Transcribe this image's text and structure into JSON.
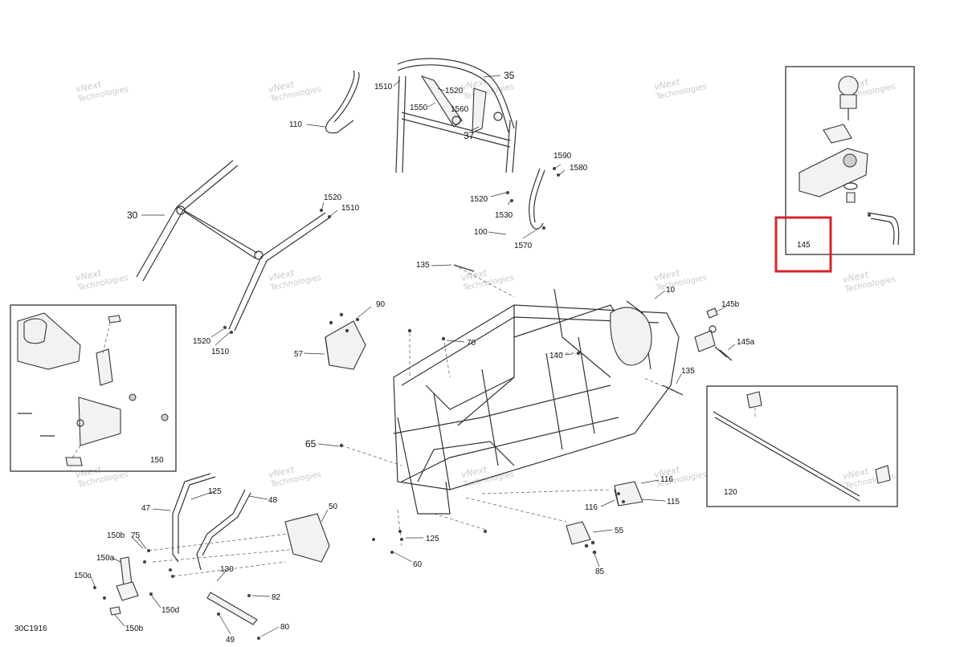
{
  "diagram": {
    "reference_code": "30C1916",
    "watermark": {
      "line1": "vNext",
      "line2": "Technologies"
    },
    "callouts": {
      "c35": "35",
      "c37": "37",
      "c1510a": "1510",
      "c1520a": "1520",
      "c1550": "1550",
      "c1560": "1560",
      "c110": "110",
      "c1590": "1590",
      "c1580": "1580",
      "c1520b": "1520",
      "c1530": "1530",
      "c100": "100",
      "c1570": "1570",
      "c30": "30",
      "c1520c": "1520",
      "c1510b": "1510",
      "c1520d": "1520",
      "c1510c": "1510",
      "c135a": "135",
      "c10": "10",
      "c90": "90",
      "c57": "57",
      "c70": "70",
      "c140": "140",
      "c145b": "145b",
      "c145a": "145a",
      "c135b": "135",
      "c145": "145",
      "c150": "150",
      "c65": "65",
      "c120": "120",
      "c125a": "125",
      "c47": "47",
      "c48": "48",
      "c50": "50",
      "c116a": "116",
      "c116b": "116",
      "c115": "115",
      "c150b1": "150b",
      "c75": "75",
      "c150a": "150a",
      "c125b": "125",
      "c55": "55",
      "c130": "130",
      "c150c": "150c",
      "c82": "82",
      "c60": "60",
      "c85": "85",
      "c150d": "150d",
      "c150b2": "150b",
      "c80": "80",
      "c49": "49"
    },
    "colors": {
      "highlight": "#d9232a",
      "line": "#333333",
      "watermark": "#c9c9c9"
    }
  }
}
